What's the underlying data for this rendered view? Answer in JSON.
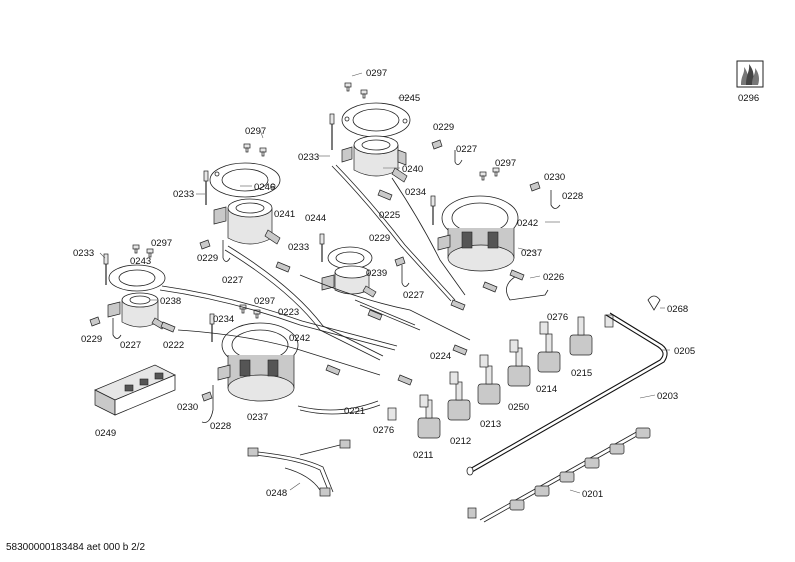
{
  "footer": {
    "text": "58300000183484 aet 000 b 2/2"
  },
  "labels": {
    "l0297a": "0297",
    "l0245": "0245",
    "l0229a": "0229",
    "l0227a": "0227",
    "l0233a": "0233",
    "l0240": "0240",
    "l0297b": "0297",
    "l0297c": "0297",
    "l0230a": "0230",
    "l0228a": "0228",
    "l0246": "0246",
    "l0234a": "0234",
    "l0233b": "0233",
    "l0241": "0241",
    "l0225": "0225",
    "l0242a": "0242",
    "l0244": "0244",
    "l0229b": "0229",
    "l0237a": "0237",
    "l0233c": "0233",
    "l0233d": "0233",
    "l0297d": "0297",
    "l0243": "0243",
    "l0239": "0239",
    "l0229c": "0229",
    "l0227b": "0227",
    "l0226": "0226",
    "l0227c": "0227",
    "l0238": "0238",
    "l0297e": "0297",
    "l0223": "0223",
    "l0268": "0268",
    "l0276a": "0276",
    "l0234b": "0234",
    "l0229d": "0229",
    "l0227d": "0227",
    "l0222": "0222",
    "l0242b": "0242",
    "l0205": "0205",
    "l0224": "0224",
    "l0214": "0214",
    "l0215": "0215",
    "l0203": "0203",
    "l0250": "0250",
    "l0230b": "0230",
    "l0249": "0249",
    "l0237b": "0237",
    "l0221": "0221",
    "l0228b": "0228",
    "l0276b": "0276",
    "l0212": "0212",
    "l0213": "0213",
    "l0211": "0211",
    "l0248": "0248",
    "l0201": "0201",
    "l0296": "0296"
  }
}
